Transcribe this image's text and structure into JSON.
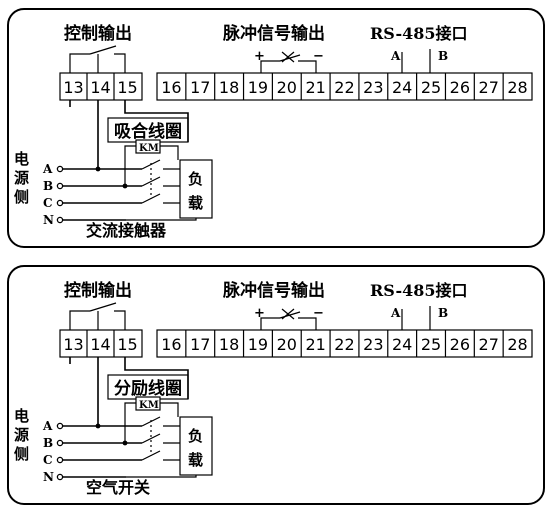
{
  "panels": [
    {
      "control_output_label": "控制输出",
      "pulse_output_label": "脉冲信号输出",
      "rs485_label": "RS-485接口",
      "rs485_a": "A",
      "rs485_b": "B",
      "pulse_plus": "+",
      "pulse_minus": "−",
      "terminals": [
        "13",
        "14",
        "15",
        "16",
        "17",
        "18",
        "19",
        "20",
        "21",
        "22",
        "23",
        "24",
        "25",
        "26",
        "27",
        "28"
      ],
      "coil_label": "吸合线圈",
      "km_label": "KM",
      "power_side_label": "电源侧",
      "phase_labels": [
        "A",
        "B",
        "C",
        "N"
      ],
      "load_label": "负载",
      "device_label": "交流接触器"
    },
    {
      "control_output_label": "控制输出",
      "pulse_output_label": "脉冲信号输出",
      "rs485_label": "RS-485接口",
      "rs485_a": "A",
      "rs485_b": "B",
      "pulse_plus": "+",
      "pulse_minus": "−",
      "terminals": [
        "13",
        "14",
        "15",
        "16",
        "17",
        "18",
        "19",
        "20",
        "21",
        "22",
        "23",
        "24",
        "25",
        "26",
        "27",
        "28"
      ],
      "coil_label": "分励线圈",
      "km_label": "KM",
      "power_side_label": "电源侧",
      "phase_labels": [
        "A",
        "B",
        "C",
        "N"
      ],
      "load_label": "负载",
      "device_label": "空气开关"
    }
  ]
}
